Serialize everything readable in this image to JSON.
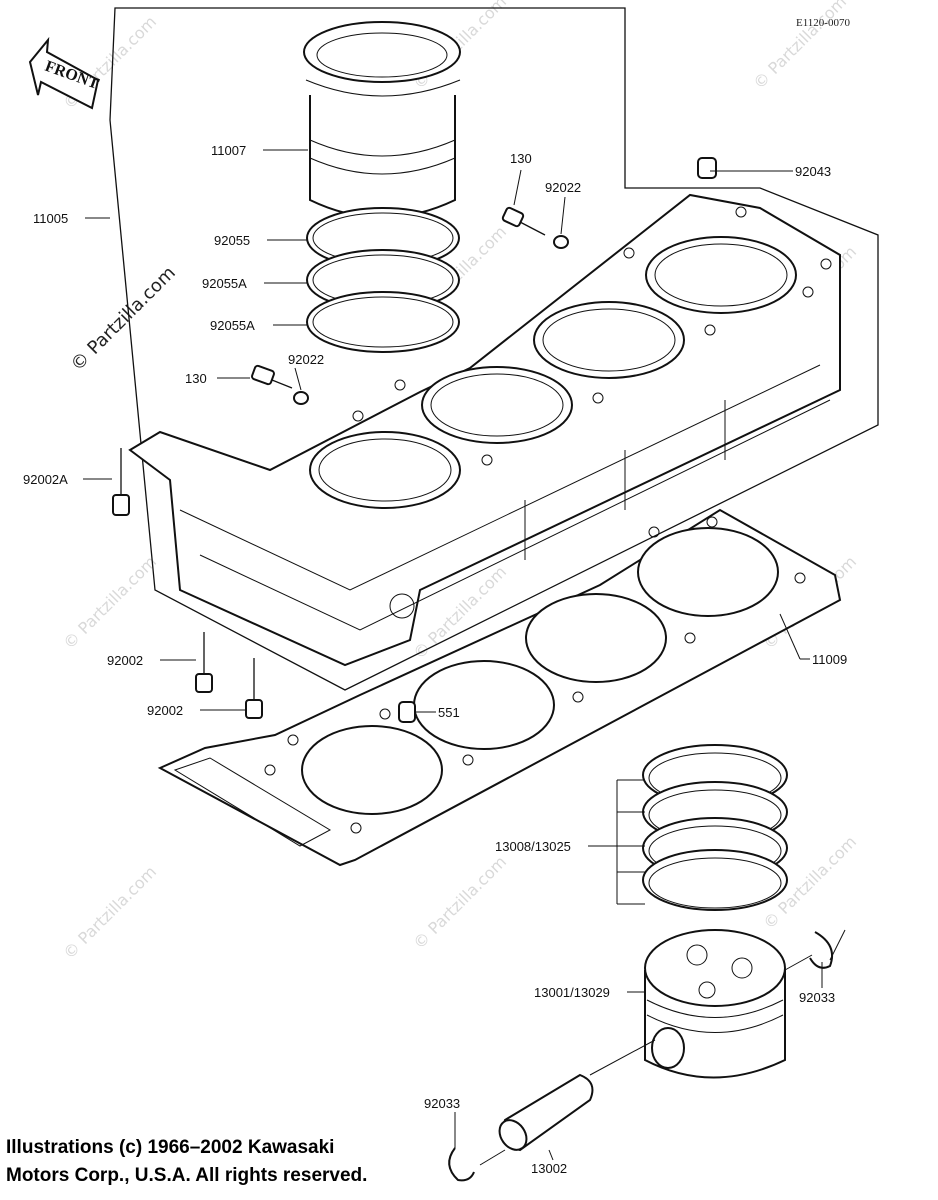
{
  "diagram": {
    "code": "E1120-0070",
    "front_label": "FRONT",
    "watermark": "© Partzilla.com",
    "callouts": {
      "p11007": "11007",
      "p11005": "11005",
      "p92055": "92055",
      "p92055a_1": "92055A",
      "p92055a_2": "92055A",
      "p130_top": "130",
      "p92022_top": "92022",
      "p92043": "92043",
      "p130_left": "130",
      "p92022_left": "92022",
      "p92002a": "92002A",
      "p92002_1": "92002",
      "p92002_2": "92002",
      "p551": "551",
      "p11009": "11009",
      "p13008": "13008/13025",
      "p13001": "13001/13029",
      "p92033_right": "92033",
      "p92033_left": "92033",
      "p13002": "13002"
    }
  },
  "copyright": {
    "line1": "Illustrations (c) 1966–2002 Kawasaki",
    "line2": "Motors Corp., U.S.A.  All rights reserved."
  }
}
